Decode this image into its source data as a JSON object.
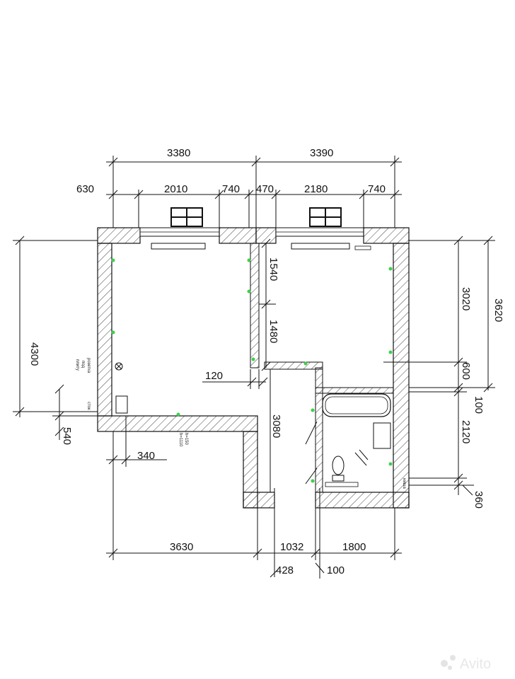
{
  "dimensions": {
    "top_total_left": "3380",
    "top_total_right": "3390",
    "top_630": "630",
    "top_2010": "2010",
    "top_740a": "740",
    "top_470": "470",
    "top_2180": "2180",
    "top_740b": "740",
    "left_4300": "4300",
    "left_540": "540",
    "mid_1540": "1540",
    "mid_1480": "1480",
    "mid_120": "120",
    "mid_3080": "3080",
    "right_3620": "3620",
    "right_3020": "3020",
    "right_600": "600",
    "right_100": "100",
    "right_2120": "2120",
    "right_360": "360",
    "bottom_340": "340",
    "bottom_3630": "3630",
    "bottom_1032": "1032",
    "bottom_1800": "1800",
    "bottom_428": "428",
    "bottom_100": "100"
  },
  "annotations": {
    "socket_line1": "розетка",
    "socket_line2": "под",
    "socket_line3": "плиту",
    "drain": "сток",
    "h150": "h=150",
    "h1110": "h=1110",
    "niche": "ниша"
  },
  "watermark": "Avito",
  "colors": {
    "lines": "#111111",
    "wall_hatch": "#444444",
    "socket": "#3ecf4a"
  }
}
